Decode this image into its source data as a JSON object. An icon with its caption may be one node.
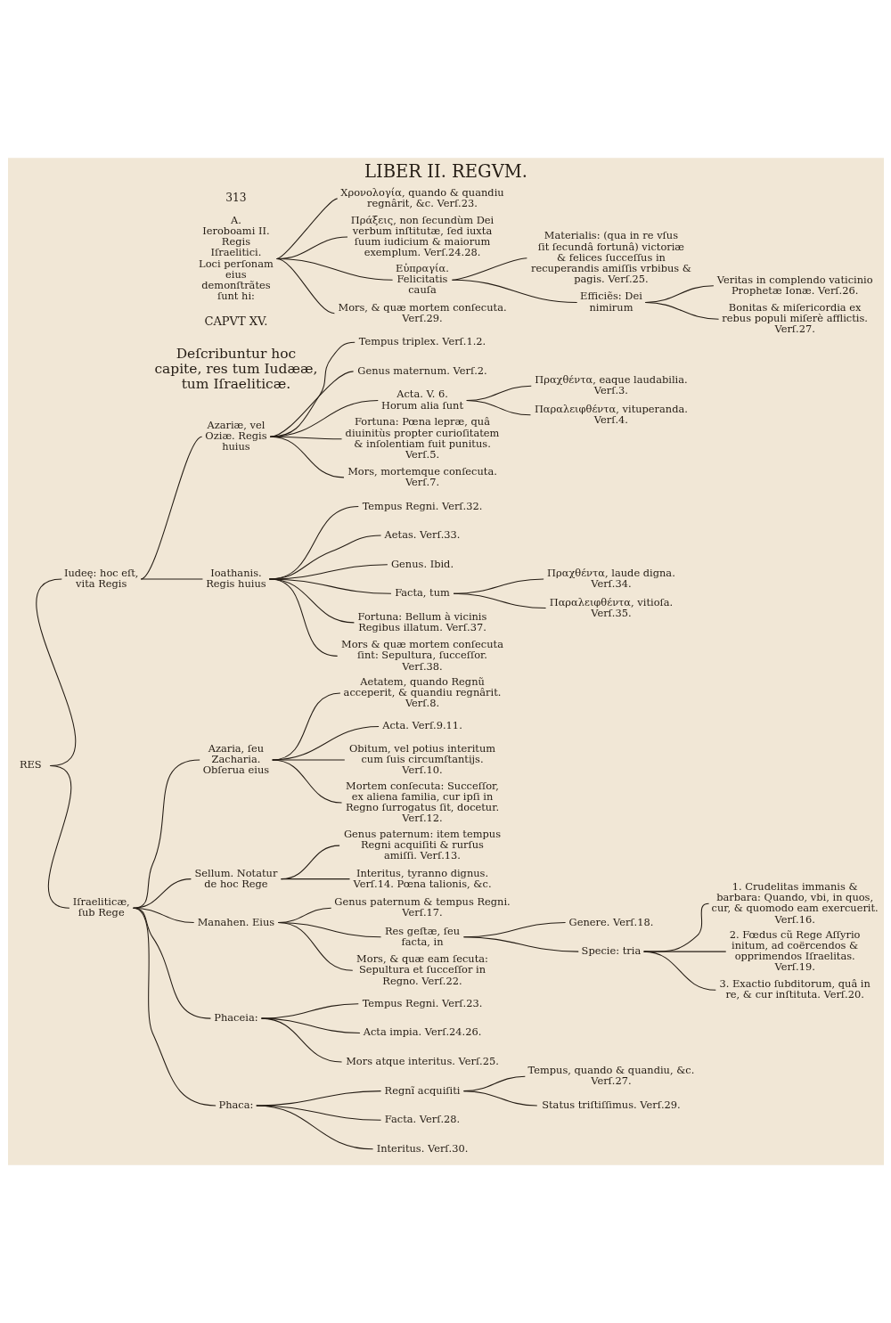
{
  "diagram": {
    "title": "LIBER II. REGVM.",
    "nodes": [
      {
        "text": [
          "A.",
          "Ieroboami II. Regis Iſraelitici. Loci perſonam eius demonſtrãtes ſunt hi:"
        ]
      },
      {
        "text": [
          "Χρονολογία, quando & quandiu regnârit, &c. Verſ.23."
        ]
      },
      {
        "text": [
          "Πράξεις, non ſecundùm Dei verbum inſtitutæ, ſed iuxta ſuum iudicium & maiorum exemplum. Verſ.24.28."
        ]
      },
      {
        "text": [
          "Εὐπραγία. Felicitatis cauſa"
        ]
      },
      {
        "text": [
          "Materialis: (qua in re vſus ſit ſecundâ fortunâ) victoriæ & felices ſucceſſus in recuperandis amiſſis vrbibus & pagis. Verſ.25."
        ]
      },
      {
        "text": [
          "Efficiẽs: Dei nimirum"
        ]
      },
      {
        "text": [
          "Veritas in complendo vaticinio Prophetæ Ionæ. Verſ.26."
        ]
      },
      {
        "text": [
          "Bonitas & miſericordia ex rebus populi miſerè afflictis. Verſ.27."
        ]
      },
      {
        "text": [
          "Mors, & quæ mortem conſecuta. Verſ.29."
        ]
      },
      {
        "text": [
          "RES"
        ]
      },
      {
        "text": [
          "Iudeę: hoc eſt, vita Regis"
        ]
      },
      {
        "text": [
          "Azariæ, vel Oziæ. Regis huius"
        ]
      },
      {
        "text": [
          "Tempus triplex. Verſ.1.2."
        ]
      },
      {
        "text": [
          "Genus maternum. Verſ.2."
        ]
      },
      {
        "text": [
          "Acta. V. 6. Horum alia ſunt"
        ]
      },
      {
        "text": [
          "Πραχθέντα, eaque laudabilia. Verſ.3."
        ]
      },
      {
        "text": [
          "Παραλειφθέντα, vituperanda. Verſ.4."
        ]
      },
      {
        "text": [
          "Fortuna: Pœna lepræ, quâ diuinitùs propter curioſitatem & inſolentiam fuit punitus. Verſ.5."
        ]
      },
      {
        "text": [
          "Mors, mortemque conſecuta. Verſ.7."
        ]
      },
      {
        "text": [
          "Ioathanis. Regis huius"
        ]
      },
      {
        "text": [
          "Tempus Regni. Verſ.32."
        ]
      },
      {
        "text": [
          "Aetas. Verſ.33."
        ]
      },
      {
        "text": [
          "Genus. Ibid."
        ]
      },
      {
        "text": [
          "Facta, tum"
        ]
      },
      {
        "text": [
          "Πραχθέντα, laude digna. Verſ.34."
        ]
      },
      {
        "text": [
          "Παραλειφθέντα, vitioſa. Verſ.35."
        ]
      },
      {
        "text": [
          "Fortuna: Bellum à vicinis Regibus illatum. Verſ.37."
        ]
      },
      {
        "text": [
          "Mors & quæ mortem conſecuta ſint: Sepultura, ſucceſſor. Verſ.38."
        ]
      },
      {
        "text": [
          "Iſraeliticæ, ſub Rege"
        ]
      },
      {
        "text": [
          "Azaria, ſeu Zacharia. Obſerua eius"
        ]
      },
      {
        "text": [
          "Aetatem, quando Regnũ acceperit, & quandiu regnârit. Verſ.8."
        ]
      },
      {
        "text": [
          "Acta. Verſ.9.11."
        ]
      },
      {
        "text": [
          "Obitum, vel potius interitum cum ſuis circumſtantijs. Verſ.10."
        ]
      },
      {
        "text": [
          "Mortem conſecuta: Succeſſor, ex aliena familia, cur ipſi in Regno ſurrogatus ſit, docetur. Verſ.12."
        ]
      },
      {
        "text": [
          "Sellum. Notatur de hoc Rege"
        ]
      },
      {
        "text": [
          "Genus paternum: item tempus Regni acquiſiti & rurſus amiſſi. Verſ.13."
        ]
      },
      {
        "text": [
          "Interitus, tyranno dignus. Verſ.14. Pœna talionis, &c."
        ]
      },
      {
        "text": [
          "Manahen. Eius"
        ]
      },
      {
        "text": [
          "Genus paternum & tempus Regni. Verſ.17."
        ]
      },
      {
        "text": [
          "Res geſtæ, ſeu facta, in"
        ]
      },
      {
        "text": [
          "Genere. Verſ.18."
        ]
      },
      {
        "text": [
          "Specie: tria"
        ]
      },
      {
        "text": [
          "1. Crudelitas immanis & barbara: Quando, vbi, in quos, cur, & quomodo eam exercuerit. Verſ.16."
        ]
      },
      {
        "text": [
          "2. Fœdus cũ Rege Aſſyrio initum, ad coërcendos & opprimendos Iſraelitas. Verſ.19."
        ]
      },
      {
        "text": [
          "3. Exactio ſubditorum, quâ in re, & cur inſtituta. Verſ.20."
        ]
      },
      {
        "text": [
          "Mors, & quæ eam ſecuta: Sepultura et ſucceſſor in Regno. Verſ.22."
        ]
      },
      {
        "text": [
          "Phaceia:"
        ]
      },
      {
        "text": [
          "Tempus Regni. Verſ.23."
        ]
      },
      {
        "text": [
          "Acta impia. Verſ.24.26."
        ]
      },
      {
        "text": [
          "Mors atque interitus. Verſ.25."
        ]
      },
      {
        "text": [
          "Phaca:"
        ]
      },
      {
        "text": [
          "Regnĩ acquiſiti"
        ]
      },
      {
        "text": [
          "Tempus, quando & quandiu, &c. Verſ.27."
        ]
      },
      {
        "text": [
          "Status triſtiſſimus. Verſ.29."
        ]
      },
      {
        "text": [
          "Facta. Verſ.28."
        ]
      },
      {
        "text": [
          "Interitus. Verſ.30."
        ]
      }
    ],
    "edges": [
      {
        "from": 0,
        "to": 1,
        "arrow": "none"
      },
      {
        "from": 0,
        "to": 2,
        "arrow": "none"
      },
      {
        "from": 0,
        "to": 3,
        "arrow": "none"
      },
      {
        "from": 0,
        "to": 8,
        "arrow": "none"
      },
      {
        "from": 3,
        "to": 4,
        "arrow": "none"
      },
      {
        "from": 3,
        "to": 5,
        "arrow": "none"
      },
      {
        "from": 5,
        "to": 6,
        "arrow": "none"
      },
      {
        "from": 5,
        "to": 7,
        "arrow": "none"
      },
      {
        "from": 9,
        "to": 10,
        "arrow": "none"
      },
      {
        "from": 9,
        "to": 28,
        "arrow": "none"
      },
      {
        "from": 10,
        "to": 11,
        "arrow": "none"
      },
      {
        "from": 10,
        "to": 19,
        "arrow": "none"
      },
      {
        "from": 11,
        "to": 12,
        "arrow": "none"
      },
      {
        "from": 11,
        "to": 13,
        "arrow": "none"
      },
      {
        "from": 11,
        "to": 14,
        "arrow": "none"
      },
      {
        "from": 11,
        "to": 17,
        "arrow": "none"
      },
      {
        "from": 11,
        "to": 18,
        "arrow": "none"
      },
      {
        "from": 14,
        "to": 15,
        "arrow": "none"
      },
      {
        "from": 14,
        "to": 16,
        "arrow": "none"
      },
      {
        "from": 19,
        "to": 20,
        "arrow": "none"
      },
      {
        "from": 19,
        "to": 21,
        "arrow": "none"
      },
      {
        "from": 19,
        "to": 22,
        "arrow": "none"
      },
      {
        "from": 19,
        "to": 23,
        "arrow": "none"
      },
      {
        "from": 19,
        "to": 26,
        "arrow": "none"
      },
      {
        "from": 19,
        "to": 27,
        "arrow": "none"
      },
      {
        "from": 23,
        "to": 24,
        "arrow": "none"
      },
      {
        "from": 23,
        "to": 25,
        "arrow": "none"
      },
      {
        "from": 28,
        "to": 29,
        "arrow": "none"
      },
      {
        "from": 28,
        "to": 34,
        "arrow": "none"
      },
      {
        "from": 28,
        "to": 37,
        "arrow": "none"
      },
      {
        "from": 28,
        "to": 46,
        "arrow": "none"
      },
      {
        "from": 28,
        "to": 50,
        "arrow": "none"
      },
      {
        "from": 29,
        "to": 30,
        "arrow": "none"
      },
      {
        "from": 29,
        "to": 31,
        "arrow": "none"
      },
      {
        "from": 29,
        "to": 32,
        "arrow": "none"
      },
      {
        "from": 29,
        "to": 33,
        "arrow": "none"
      },
      {
        "from": 34,
        "to": 35,
        "arrow": "none"
      },
      {
        "from": 34,
        "to": 36,
        "arrow": "none"
      },
      {
        "from": 37,
        "to": 38,
        "arrow": "none"
      },
      {
        "from": 37,
        "to": 39,
        "arrow": "none"
      },
      {
        "from": 37,
        "to": 45,
        "arrow": "none"
      },
      {
        "from": 39,
        "to": 40,
        "arrow": "none"
      },
      {
        "from": 39,
        "to": 41,
        "arrow": "none"
      },
      {
        "from": 41,
        "to": 42,
        "arrow": "none"
      },
      {
        "from": 41,
        "to": 43,
        "arrow": "none"
      },
      {
        "from": 41,
        "to": 44,
        "arrow": "none"
      },
      {
        "from": 46,
        "to": 47,
        "arrow": "none"
      },
      {
        "from": 46,
        "to": 48,
        "arrow": "none"
      },
      {
        "from": 46,
        "to": 49,
        "arrow": "none"
      },
      {
        "from": 50,
        "to": 51,
        "arrow": "none"
      },
      {
        "from": 50,
        "to": 54,
        "arrow": "none"
      },
      {
        "from": 50,
        "to": 55,
        "arrow": "none"
      },
      {
        "from": 51,
        "to": 52,
        "arrow": "none"
      },
      {
        "from": 51,
        "to": 53,
        "arrow": "none"
      }
    ],
    "labels": [
      "313",
      "CAPVT XV.",
      "Deſcribuntur hoc capite, res tum Iudææ, tum Iſraeliticæ."
    ]
  }
}
